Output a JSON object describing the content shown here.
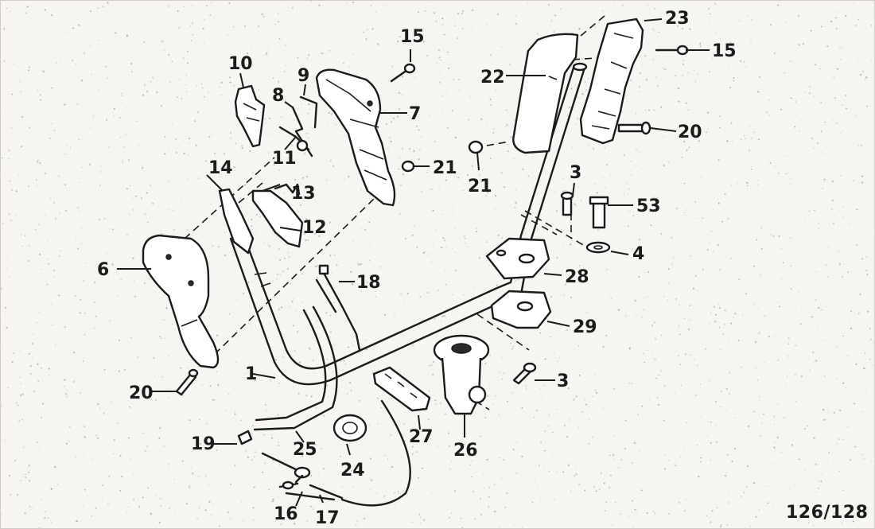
{
  "figure": {
    "reference": "126/128",
    "callouts": [
      {
        "id": "c1",
        "text": "1"
      },
      {
        "id": "c3a",
        "text": "3"
      },
      {
        "id": "c3b",
        "text": "3"
      },
      {
        "id": "c4",
        "text": "4"
      },
      {
        "id": "c6",
        "text": "6"
      },
      {
        "id": "c7",
        "text": "7"
      },
      {
        "id": "c8",
        "text": "8"
      },
      {
        "id": "c9",
        "text": "9"
      },
      {
        "id": "c10",
        "text": "10"
      },
      {
        "id": "c11",
        "text": "11"
      },
      {
        "id": "c12",
        "text": "12"
      },
      {
        "id": "c13",
        "text": "13"
      },
      {
        "id": "c14",
        "text": "14"
      },
      {
        "id": "c15a",
        "text": "15"
      },
      {
        "id": "c15b",
        "text": "15"
      },
      {
        "id": "c16",
        "text": "16"
      },
      {
        "id": "c17",
        "text": "17"
      },
      {
        "id": "c18",
        "text": "18"
      },
      {
        "id": "c19",
        "text": "19"
      },
      {
        "id": "c20a",
        "text": "20"
      },
      {
        "id": "c20b",
        "text": "20"
      },
      {
        "id": "c21a",
        "text": "21"
      },
      {
        "id": "c21b",
        "text": "21"
      },
      {
        "id": "c22",
        "text": "22"
      },
      {
        "id": "c23",
        "text": "23"
      },
      {
        "id": "c24",
        "text": "24"
      },
      {
        "id": "c25",
        "text": "25"
      },
      {
        "id": "c26",
        "text": "26"
      },
      {
        "id": "c27",
        "text": "27"
      },
      {
        "id": "c28",
        "text": "28"
      },
      {
        "id": "c29",
        "text": "29"
      },
      {
        "id": "c53",
        "text": "53"
      }
    ]
  }
}
